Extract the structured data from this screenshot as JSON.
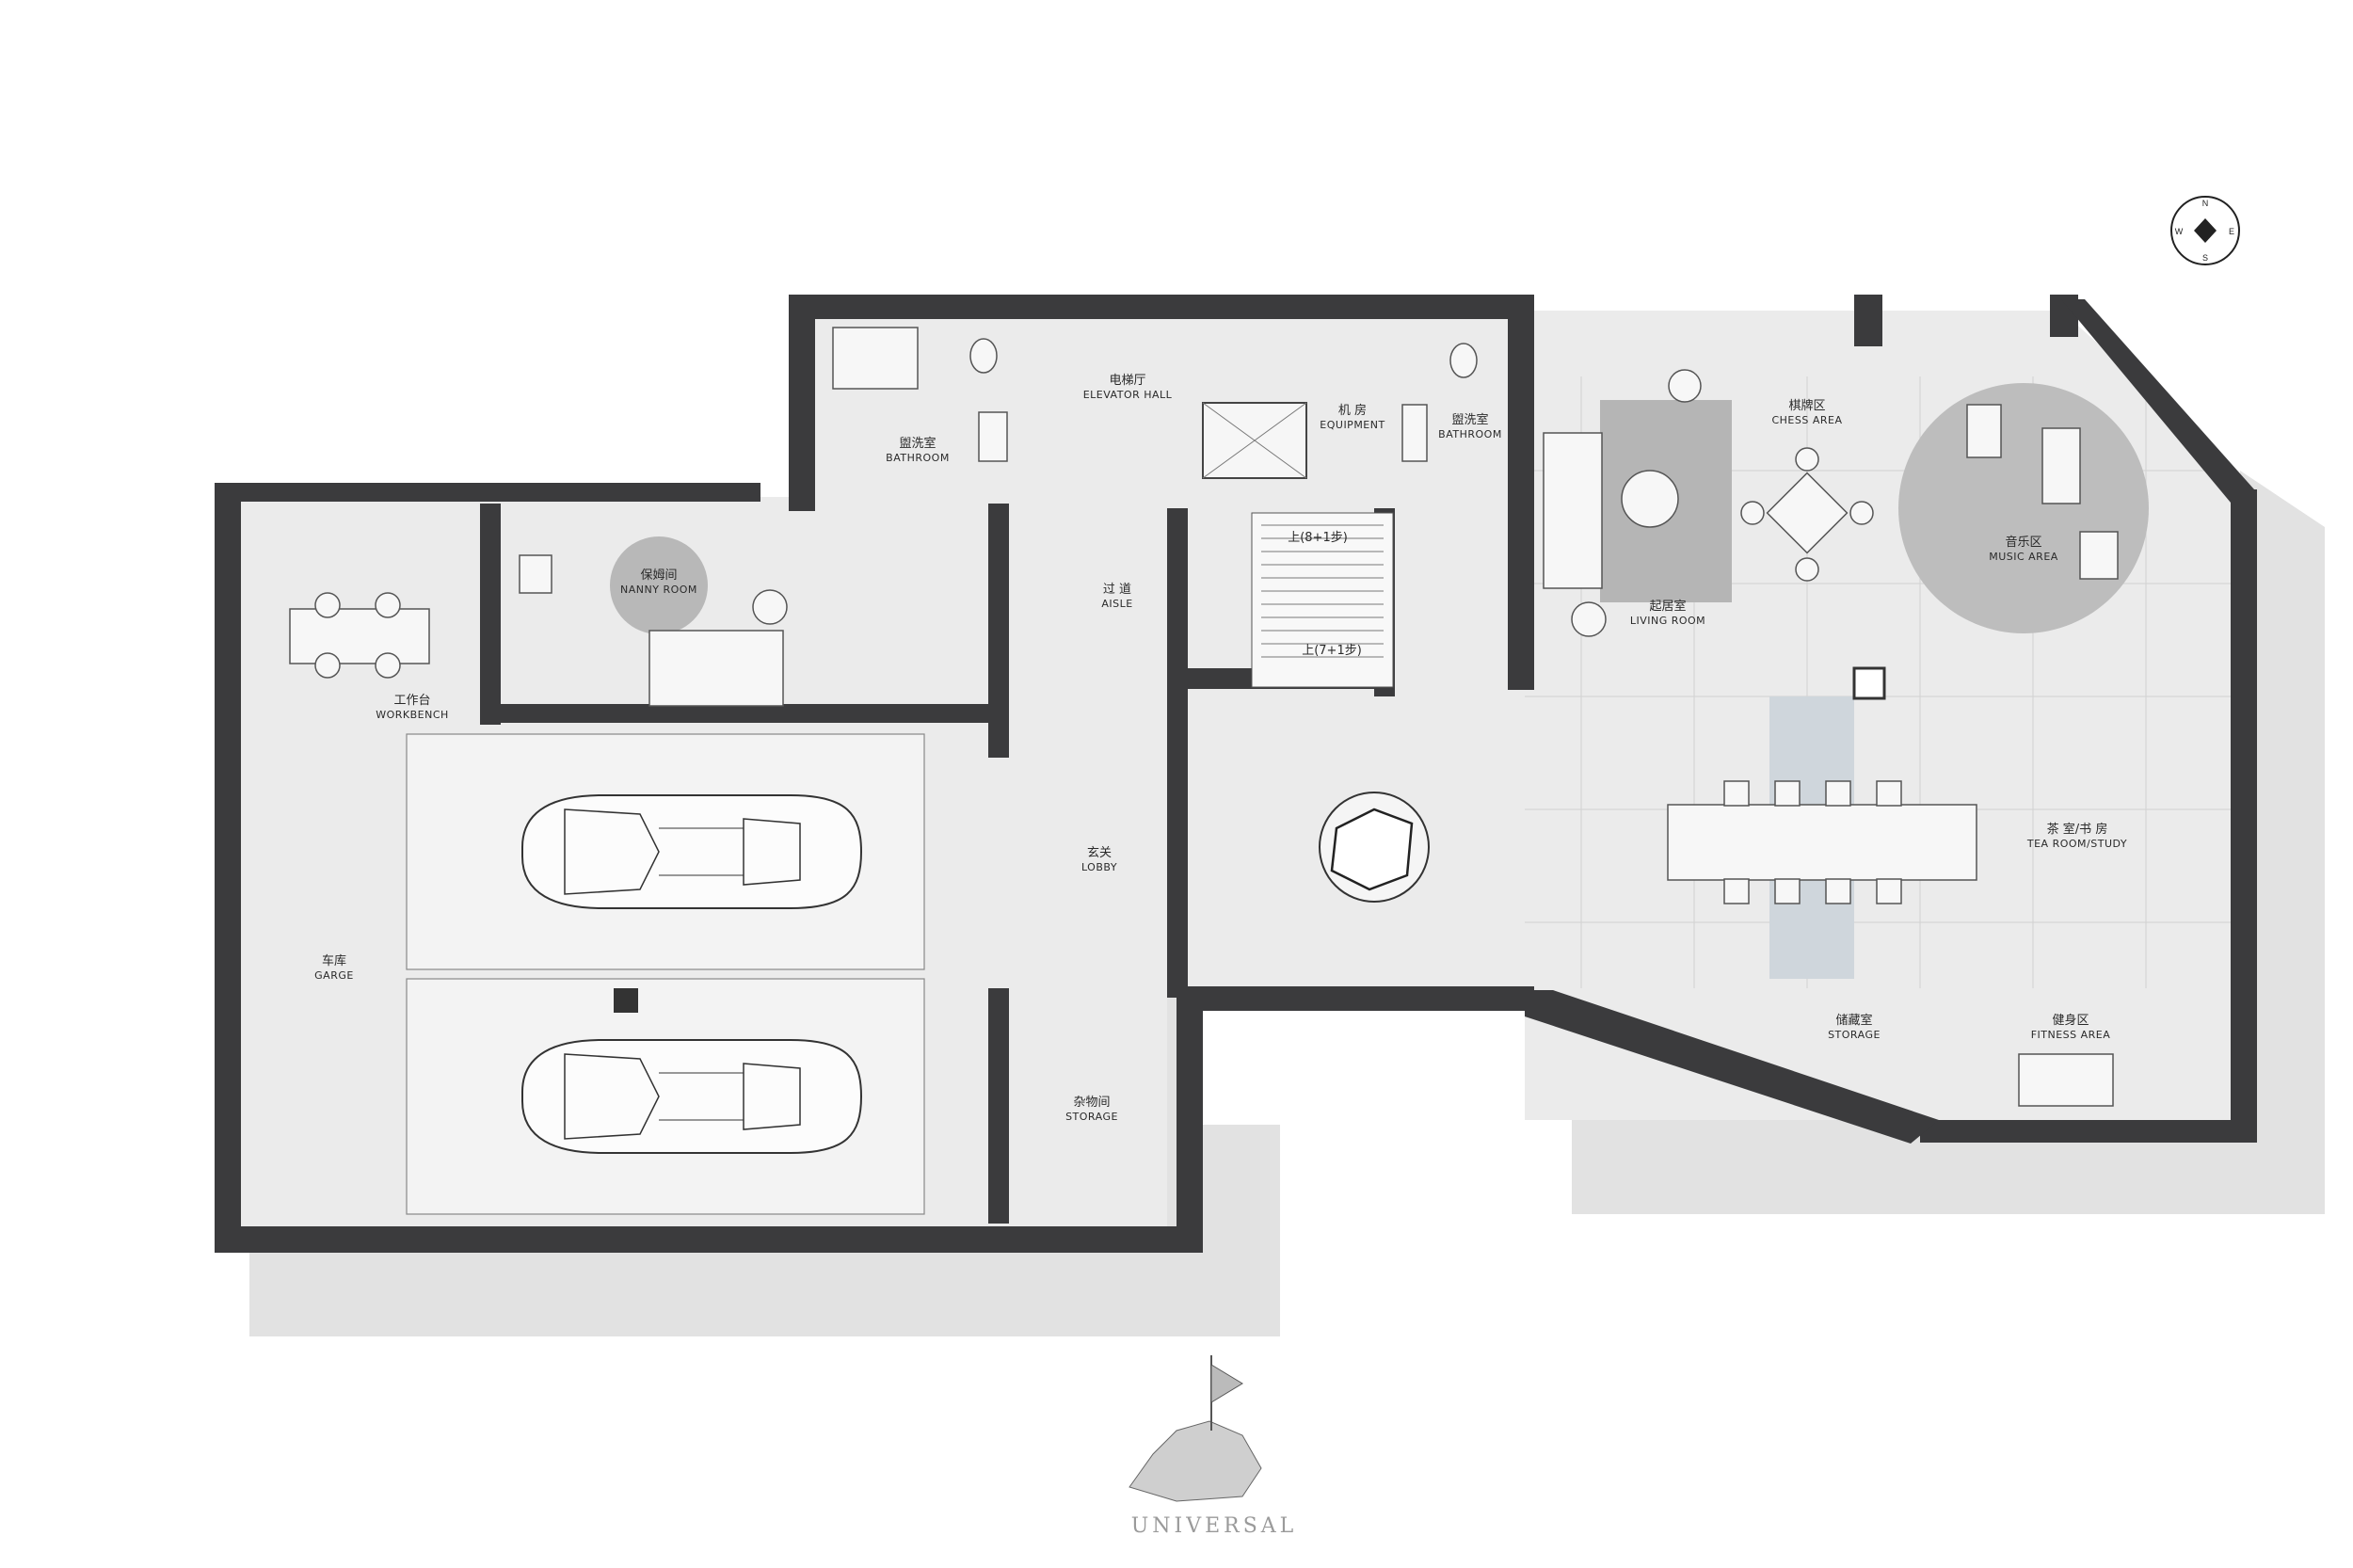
{
  "rooms": [
    {
      "id": "elevator_hall",
      "zh": "电梯厅",
      "en": "ELEVATOR HALL"
    },
    {
      "id": "bathroom_1",
      "zh": "盥洗室",
      "en": "BATHROOM"
    },
    {
      "id": "equipment",
      "zh": "机 房",
      "en": "EQUIPMENT"
    },
    {
      "id": "bathroom_2",
      "zh": "盥洗室",
      "en": "BATHROOM"
    },
    {
      "id": "nanny_room",
      "zh": "保姆间",
      "en": "NANNY ROOM"
    },
    {
      "id": "aisle",
      "zh": "过 道",
      "en": "AISLE"
    },
    {
      "id": "workbench",
      "zh": "工作台",
      "en": "WORKBENCH"
    },
    {
      "id": "garage",
      "zh": "车库",
      "en": "GARGE"
    },
    {
      "id": "lobby",
      "zh": "玄关",
      "en": "LOBBY"
    },
    {
      "id": "storage_1",
      "zh": "杂物间",
      "en": "STORAGE"
    },
    {
      "id": "living_room",
      "zh": "起居室",
      "en": "LIVING ROOM"
    },
    {
      "id": "chess_area",
      "zh": "棋牌区",
      "en": "CHESS AREA"
    },
    {
      "id": "music_area",
      "zh": "音乐区",
      "en": "MUSIC AREA"
    },
    {
      "id": "tea_room",
      "zh": "茶 室/书 房",
      "en": "TEA ROOM/STUDY"
    },
    {
      "id": "storage_2",
      "zh": "储藏室",
      "en": "STORAGE"
    },
    {
      "id": "fitness_area",
      "zh": "健身区",
      "en": "FITNESS AREA"
    }
  ],
  "stairs": {
    "up_upper": "上(8+1步)",
    "up_lower": "上(7+1步)"
  },
  "compass": {
    "letters": [
      "N",
      "E",
      "S",
      "W"
    ]
  },
  "logo": {
    "text": "UNIVERSAL"
  },
  "colors": {
    "wall": "#3b3b3d",
    "floor": "#ebebeb",
    "shadow": "#e2e2e2",
    "rug": "#b5b5b5",
    "music_rug": "#bdbdbd",
    "tea_strip": "#cfd6dc"
  }
}
